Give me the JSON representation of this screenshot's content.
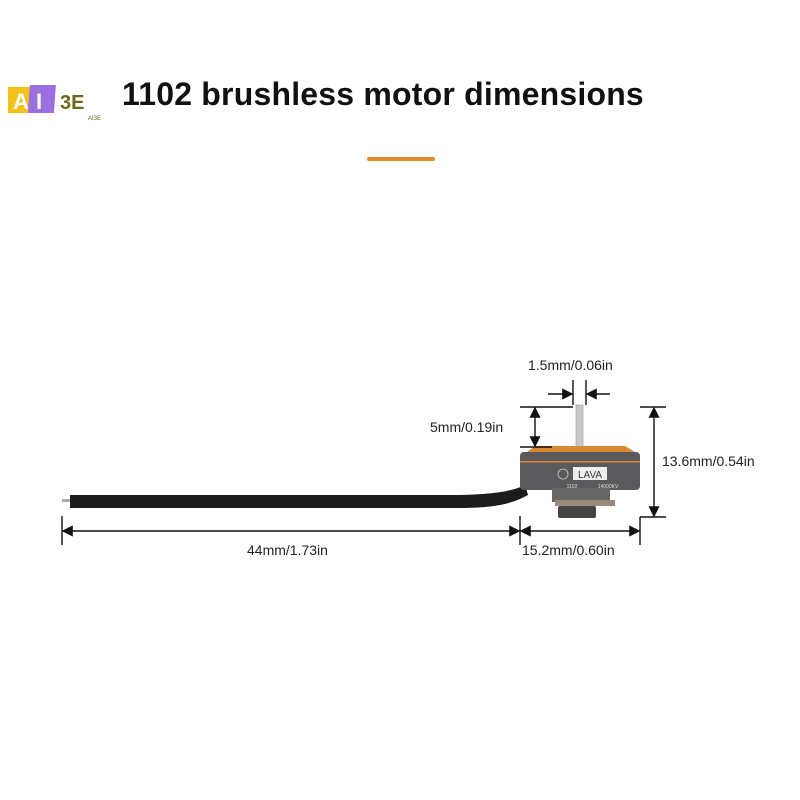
{
  "title": "1102 brushless motor dimensions",
  "logo": {
    "letters": [
      "A",
      "I",
      "3E"
    ],
    "subtext": "AI3E"
  },
  "motor": {
    "brand": "LAVA",
    "model": "1102",
    "kv": "14000KV"
  },
  "dimensions": {
    "shaft_diameter": "1.5mm/0.06in",
    "shaft_length": "5mm/0.19in",
    "height": "13.6mm/0.54in",
    "wire_length": "44mm/1.73in",
    "motor_diameter": "15.2mm/0.60in"
  },
  "colors": {
    "accent": "#e08a2c",
    "motor_body": "#5a5a5c"
  }
}
